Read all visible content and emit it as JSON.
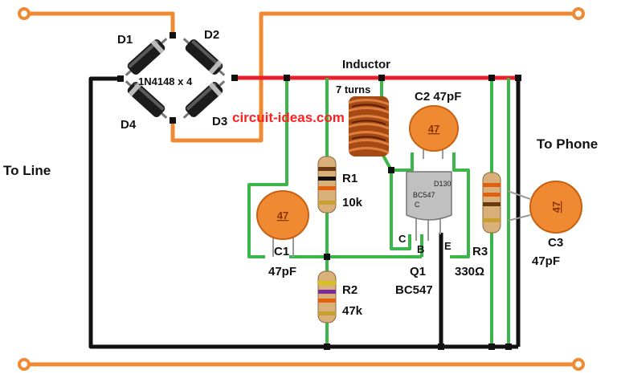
{
  "colors": {
    "line_wire": "#f08a32",
    "ground_wire": "#111111",
    "positive_wire": "#e8202a",
    "signal_wire": "#3cb54a",
    "capacitor": "#f08a32",
    "watermark": "#ff2020"
  },
  "labels": {
    "to_line": "To Line",
    "to_phone": "To Phone",
    "d1": "D1",
    "d2": "D2",
    "d3": "D3",
    "d4": "D4",
    "diode_part": "1N4148 x 4",
    "inductor": "Inductor",
    "turns": "7 turns",
    "watermark": "circuit-ideas.com",
    "c2": "C2 47pF",
    "r1": "R1",
    "r1_value": "10k",
    "c1": "C1",
    "c1_value": "47pF",
    "r2": "R2",
    "r2_value": "47k",
    "q1": "Q1",
    "q1_part": "BC547",
    "r3": "R3",
    "r3_value": "330Ω",
    "c3": "C3",
    "c3_value": "47pF",
    "pin_c": "C",
    "pin_b": "B",
    "pin_e": "E",
    "cap_code": "47",
    "transistor_marking": "BC547",
    "transistor_code": "D130",
    "transistor_suffix": "C"
  }
}
